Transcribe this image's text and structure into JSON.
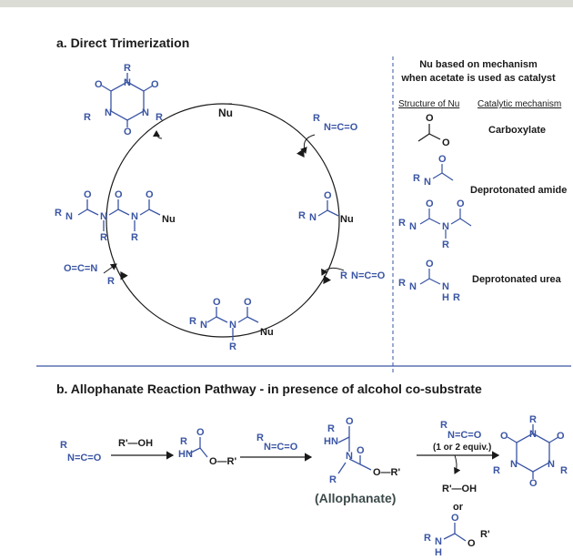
{
  "colors": {
    "molecule": "#3a55a4",
    "text": "#1a1a1a",
    "divider": "#3a55a4",
    "top_bar": "#dcdcd6"
  },
  "panel_a": {
    "title": "a.   Direct Trimerization",
    "nu": "Nu",
    "isocyanate": "N=C=O",
    "reverse_isocyanate": "O=C=N",
    "legend": {
      "heading_line1": "Nu based on mechanism",
      "heading_line2": "when acetate is used as catalyst",
      "col_structure": "Structure of Nu",
      "col_mechanism": "Catalytic mechanism",
      "rows": [
        "Carboxylate",
        "Deprotonated amide",
        "Deprotonated urea"
      ]
    }
  },
  "panel_b": {
    "title": "b.   Allophanate Reaction Pathway - in presence of alcohol co-substrate",
    "alcohol": "R'—OH",
    "ester_or": "O—R'",
    "isocyanate": "N=C=O",
    "equiv": "(1 or 2 equiv.)",
    "allophanate": "(Allophanate)",
    "byproduct": "R'—OH",
    "or": "or"
  }
}
